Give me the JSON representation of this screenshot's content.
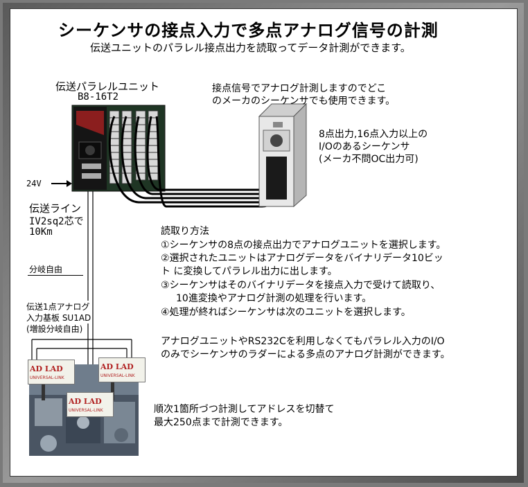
{
  "title": "シーケンサの接点入力で多点アナログ信号の計測",
  "subtitle": "伝送ユニットのパラレル接点出力を読取ってデータ計測ができます。",
  "parallel_unit": {
    "label": "伝送パラレルユニット",
    "model": "B8-16T2",
    "power": "24V"
  },
  "plc": {
    "note_line1": "接点信号でアナログ計測しますのでどこ",
    "note_line2": "のメーカのシーケンサでも使用できます。",
    "spec_line1": "8点出力,16点入力以上の",
    "spec_line2": "I/Oのあるシーケンサ",
    "spec_line3": "(メーカ不問OC出力可)"
  },
  "line": {
    "label1": "伝送ライン",
    "label2": "IV2sq2芯で",
    "label3": "10Km",
    "branch": "分岐自由"
  },
  "board": {
    "label1": "伝送1点アナログ",
    "label2": "入力基板 SU1AD",
    "label3": "(増設分岐自由)",
    "box_brand": "AD LAD",
    "box_sub": "UNIVERSAL-LINK"
  },
  "method": {
    "heading": "読取り方法",
    "step1": "①シーケンサの8点の接点出力でアナログユニットを選択します。",
    "step2a": "②選択されたユニットはアナログデータをバイナリデータ10ビッ",
    "step2b": "ト に変換してパラレル出力に出します。",
    "step3a": "③シーケンサはそのバイナリデータを接点入力で受けて読取り、",
    "step3b": "10進変換やアナログ計測の処理を行います。",
    "step4": "④処理が終ればシーケンサは次のユニットを選択します。"
  },
  "summary": {
    "line1": "アナログユニットやRS232Cを利用しなくてもパラレル入力のI/O",
    "line2": "のみでシーケンサのラダーによる多点のアナログ計測ができます。"
  },
  "sequential": {
    "line1": "順次1箇所づつ計測してアドレスを切替て",
    "line2": "最大250点まで計測できます。"
  }
}
